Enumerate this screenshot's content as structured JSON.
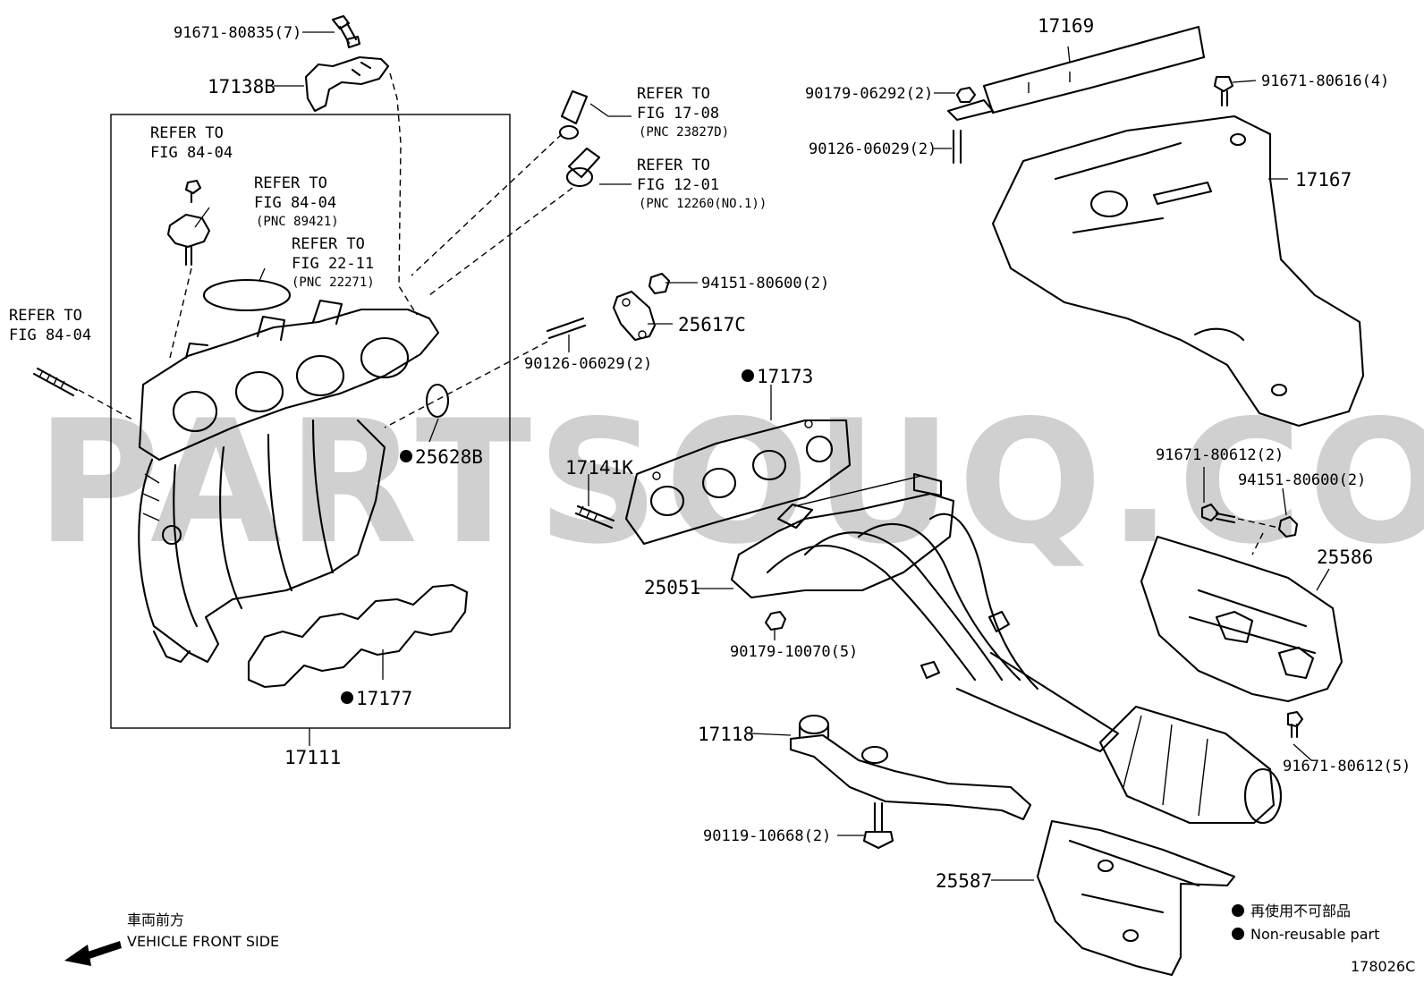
{
  "watermark": "PARTSOUQ.COM",
  "figure_id": "178026C",
  "front_side": {
    "jp": "車両前方",
    "en": "VEHICLE FRONT SIDE"
  },
  "legend": {
    "jp": "再使用不可部品",
    "en": "Non-reusable part"
  },
  "labels": {
    "p_91671_80835": "91671-80835(7)",
    "p_17138B": "17138B",
    "p_17169": "17169",
    "p_90179_06292": "90179-06292(2)",
    "p_91671_80616": "91671-80616(4)",
    "p_90126_06029_top": "90126-06029(2)",
    "p_17167": "17167",
    "p_94151_80600_mid": "94151-80600(2)",
    "p_25617C": "25617C",
    "p_90126_06029_mid": "90126-06029(2)",
    "p_17173": "17173",
    "p_25628B": "25628B",
    "p_17141K": "17141K",
    "p_91671_80612_2": "91671-80612(2)",
    "p_94151_80600_right": "94151-80600(2)",
    "p_25586": "25586",
    "p_25051": "25051",
    "p_90179_10070": "90179-10070(5)",
    "p_17177": "17177",
    "p_17111": "17111",
    "p_17118": "17118",
    "p_91671_80612_5": "91671-80612(5)",
    "p_90119_10668": "90119-10668(2)",
    "p_25587": "25587"
  },
  "refs": {
    "r1": {
      "line1": "REFER TO",
      "line2": "FIG 84-04"
    },
    "r2": {
      "line1": "REFER TO",
      "line2": "FIG 84-04",
      "pnc": "(PNC 89421)"
    },
    "r3": {
      "line1": "REFER TO",
      "line2": "FIG 22-11",
      "pnc": "(PNC 22271)"
    },
    "r4": {
      "line1": "REFER TO",
      "line2": "FIG 84-04"
    },
    "r5": {
      "line1": "REFER TO",
      "line2": "FIG 17-08",
      "pnc": "(PNC 23827D)"
    },
    "r6": {
      "line1": "REFER TO",
      "line2": "FIG 12-01",
      "pnc": "(PNC 12260(NO.1))"
    }
  }
}
